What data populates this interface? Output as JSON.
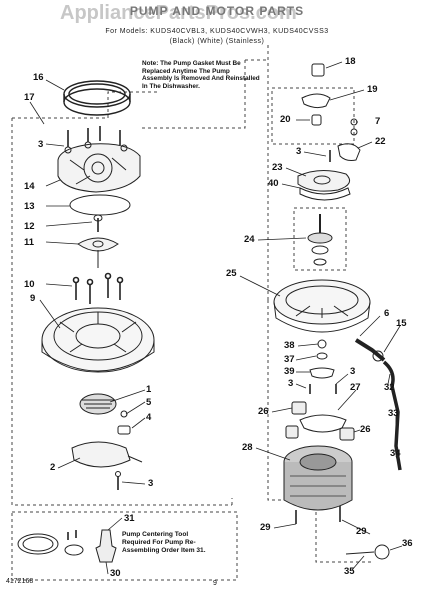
{
  "header": {
    "title": "PUMP AND MOTOR PARTS",
    "models": "For Models: KUDS40CVBL3, KUDS40CVWH3, KUDS40CVSS3",
    "colors": "(Black)        (White)        (Stainless)"
  },
  "watermark": "AppliancePartsPros.com",
  "note": "Note: The Pump Gasket Must Be Replaced Anytime The Pump Assembly Is Removed And Reinstalled In The Dishwasher.",
  "tool_note": "Pump Centering Tool Required For Pump Re-Assembling Order Item 31.",
  "footer": {
    "doc_number": "4172168",
    "page": "9"
  },
  "callouts": {
    "c16": "16",
    "c17": "17",
    "c3a": "3",
    "c14": "14",
    "c13": "13",
    "c12": "12",
    "c11": "11",
    "c10": "10",
    "c9": "9",
    "c1": "1",
    "c5": "5",
    "c4": "4",
    "c2": "2",
    "c3b": "3",
    "c18": "18",
    "c19": "19",
    "c20": "20",
    "c7": "7",
    "c22": "22",
    "c3c": "3",
    "c23": "23",
    "c40": "40",
    "c24": "24",
    "c25": "25",
    "c6": "6",
    "c15": "15",
    "c38": "38",
    "c37": "37",
    "c39": "39",
    "c3d": "3",
    "c3e": "3",
    "c32": "32",
    "c27": "27",
    "c26a": "26",
    "c26b": "26",
    "c33": "33",
    "c28": "28",
    "c34": "34",
    "c29a": "29",
    "c29b": "29",
    "c36": "36",
    "c35": "35",
    "c31": "31",
    "c30": "30"
  }
}
